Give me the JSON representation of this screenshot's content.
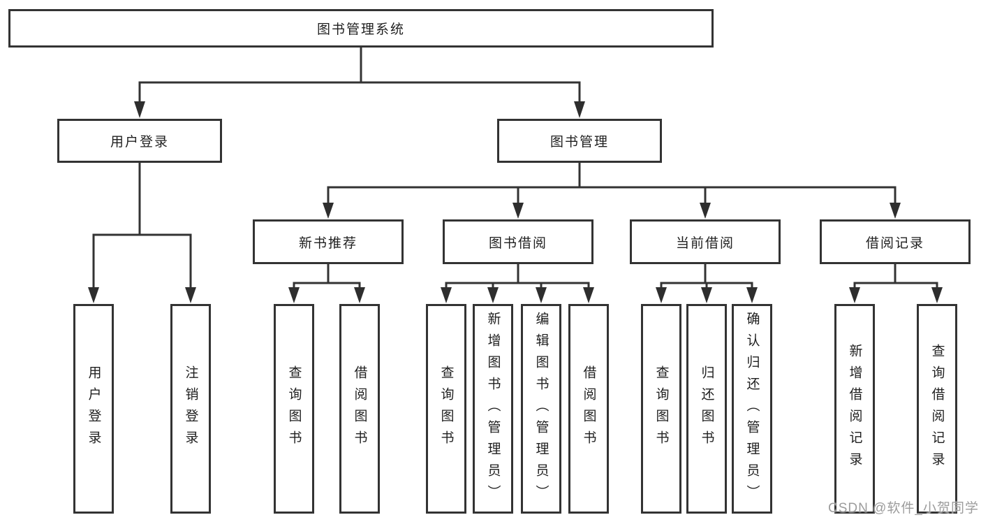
{
  "colors": {
    "line": "#333333",
    "text": "#1f1f1f",
    "background": "#ffffff",
    "watermark": "#9c9c9c"
  },
  "tree": {
    "label": "图书管理系统",
    "children": [
      {
        "label": "用户登录",
        "children": [
          {
            "label": "用户登录"
          },
          {
            "label": "注销登录"
          }
        ]
      },
      {
        "label": "图书管理",
        "children": [
          {
            "label": "新书推荐",
            "children": [
              {
                "label": "查询图书"
              },
              {
                "label": "借阅图书"
              }
            ]
          },
          {
            "label": "图书借阅",
            "children": [
              {
                "label": "查询图书"
              },
              {
                "label": "新增图书（管理员）"
              },
              {
                "label": "编辑图书（管理员）"
              },
              {
                "label": "借阅图书"
              }
            ]
          },
          {
            "label": "当前借阅",
            "children": [
              {
                "label": "查询图书"
              },
              {
                "label": "归还图书"
              },
              {
                "label": "确认归还（管理员）"
              }
            ]
          },
          {
            "label": "借阅记录",
            "children": [
              {
                "label": "新增借阅记录"
              },
              {
                "label": "查询借阅记录"
              }
            ]
          }
        ]
      }
    ]
  },
  "watermark": "CSDN @软件_小贺同学"
}
